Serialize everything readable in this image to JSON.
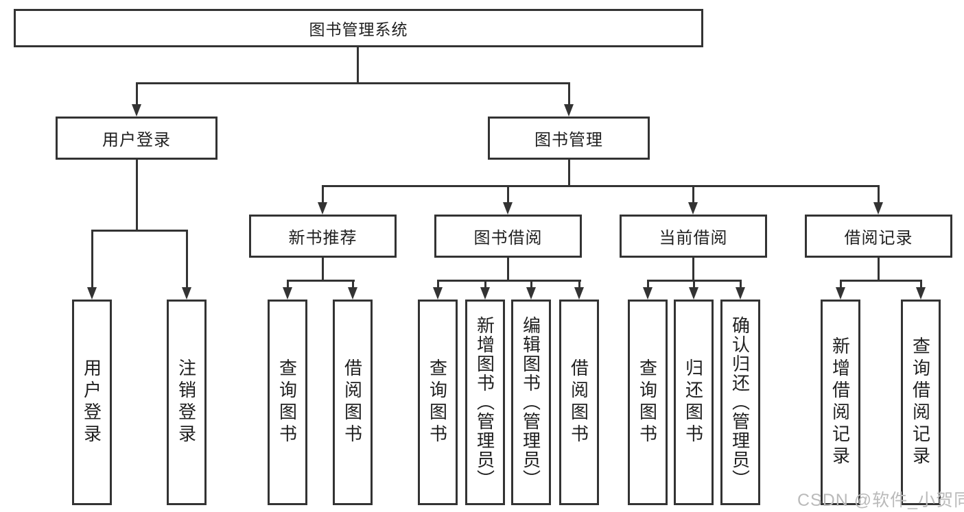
{
  "diagram": {
    "root": "图书管理系统",
    "level2": {
      "user_login": "用户登录",
      "book_management": "图书管理"
    },
    "level3": {
      "new_book_recommend": "新书推荐",
      "book_borrow": "图书借阅",
      "current_borrow": "当前借阅",
      "borrow_records": "借阅记录"
    },
    "leaves": {
      "user_login": [
        "用户登录",
        "注销登录"
      ],
      "new_book_recommend": [
        "查询图书",
        "借阅图书"
      ],
      "book_borrow": [
        "查询图书",
        "新增图书（管理员）",
        "编辑图书（管理员）",
        "借阅图书"
      ],
      "current_borrow": [
        "查询图书",
        "归还图书",
        "确认归还（管理员）"
      ],
      "borrow_records": [
        "新增借阅记录",
        "查询借阅记录"
      ]
    }
  },
  "watermark": "CSDN @软件_小贺同学",
  "colors": {
    "line": "#333333",
    "text": "#1f1f1f",
    "watermark": "#bababa",
    "background": "#ffffff"
  }
}
